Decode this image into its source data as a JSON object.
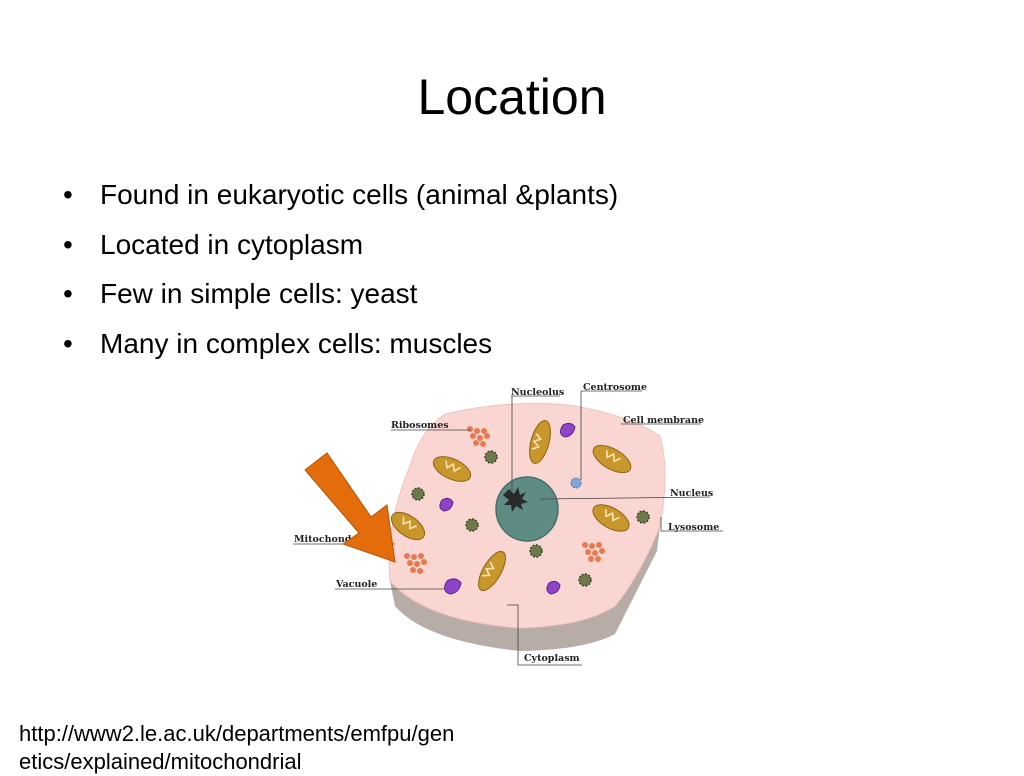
{
  "slide": {
    "title": "Location",
    "bullets": [
      "Found in eukaryotic cells (animal &plants)",
      "Located in cytoplasm",
      "Few in simple cells: yeast",
      "Many in complex cells: muscles"
    ],
    "bullet_glyph": "•",
    "source_url": "http://www2.le.ac.uk/departments/emfpu/genetics/explained/mitochondrial"
  },
  "diagram": {
    "labels": {
      "nucleolus": "Nucleolus",
      "centrosome": "Centrosome",
      "cell_membrane": "Cell membrane",
      "ribosomes": "Ribosomes",
      "nucleus": "Nucleus",
      "lysosome": "Lysosome",
      "mitochondria": "Mitochond",
      "vacuole": "Vacuole",
      "cytoplasm": "Cytoplasm"
    },
    "colors": {
      "cell_fill": "#f9d6d2",
      "cell_side": "#b8aca6",
      "nucleus": "#5e8c84",
      "mitochondria": "#c9962c",
      "vacuole": "#8e44c8",
      "ribosome": "#e87a52",
      "arrow": "#e46c0a"
    }
  }
}
